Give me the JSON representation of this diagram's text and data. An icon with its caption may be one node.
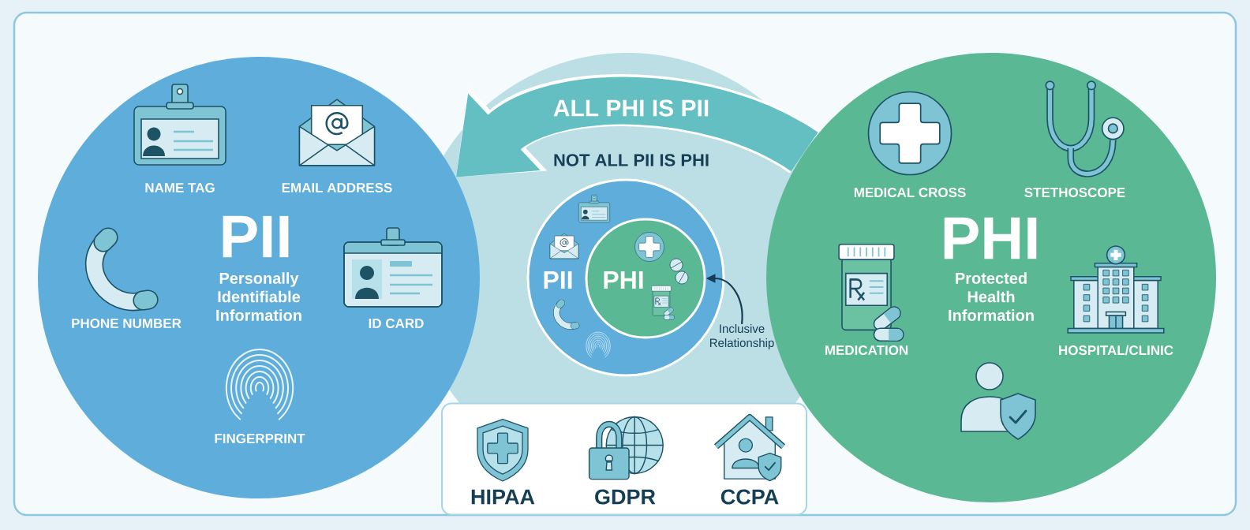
{
  "diagram": {
    "nodes": [
      {
        "text": [
          "PII",
          "Personally Identifiable Information"
        ]
      },
      {
        "text": [],
        "shape": "circle"
      },
      {
        "text": [
          "PII"
        ],
        "in": 1
      },
      {
        "text": [
          "PHI"
        ],
        "in": 2
      },
      {
        "text": [
          "Inclusive Relationship"
        ],
        "in": 1
      },
      {
        "text": [
          "PHI",
          "Protected Health Information"
        ]
      },
      {
        "text": [
          "HIPAA",
          "GDPR",
          "CCPA"
        ]
      }
    ],
    "edges": [
      {
        "from": 5,
        "to": 0,
        "arrow": "to",
        "label": "ALL PHI IS PII",
        "style": "thick",
        "color": "#63bfc2"
      },
      {
        "from": 4,
        "to": 3,
        "arrow": "to",
        "color": "#163f56"
      }
    ],
    "labels": [
      "NAME TAG",
      "EMAIL ADDRESS",
      "PHONE NUMBER",
      "ID CARD",
      "FINGERPRINT",
      "NOT ALL PII IS PHI",
      "MEDICAL CROSS",
      "STETHOSCOPE",
      "MEDICATION",
      "HOSPITAL/CLINIC"
    ]
  }
}
